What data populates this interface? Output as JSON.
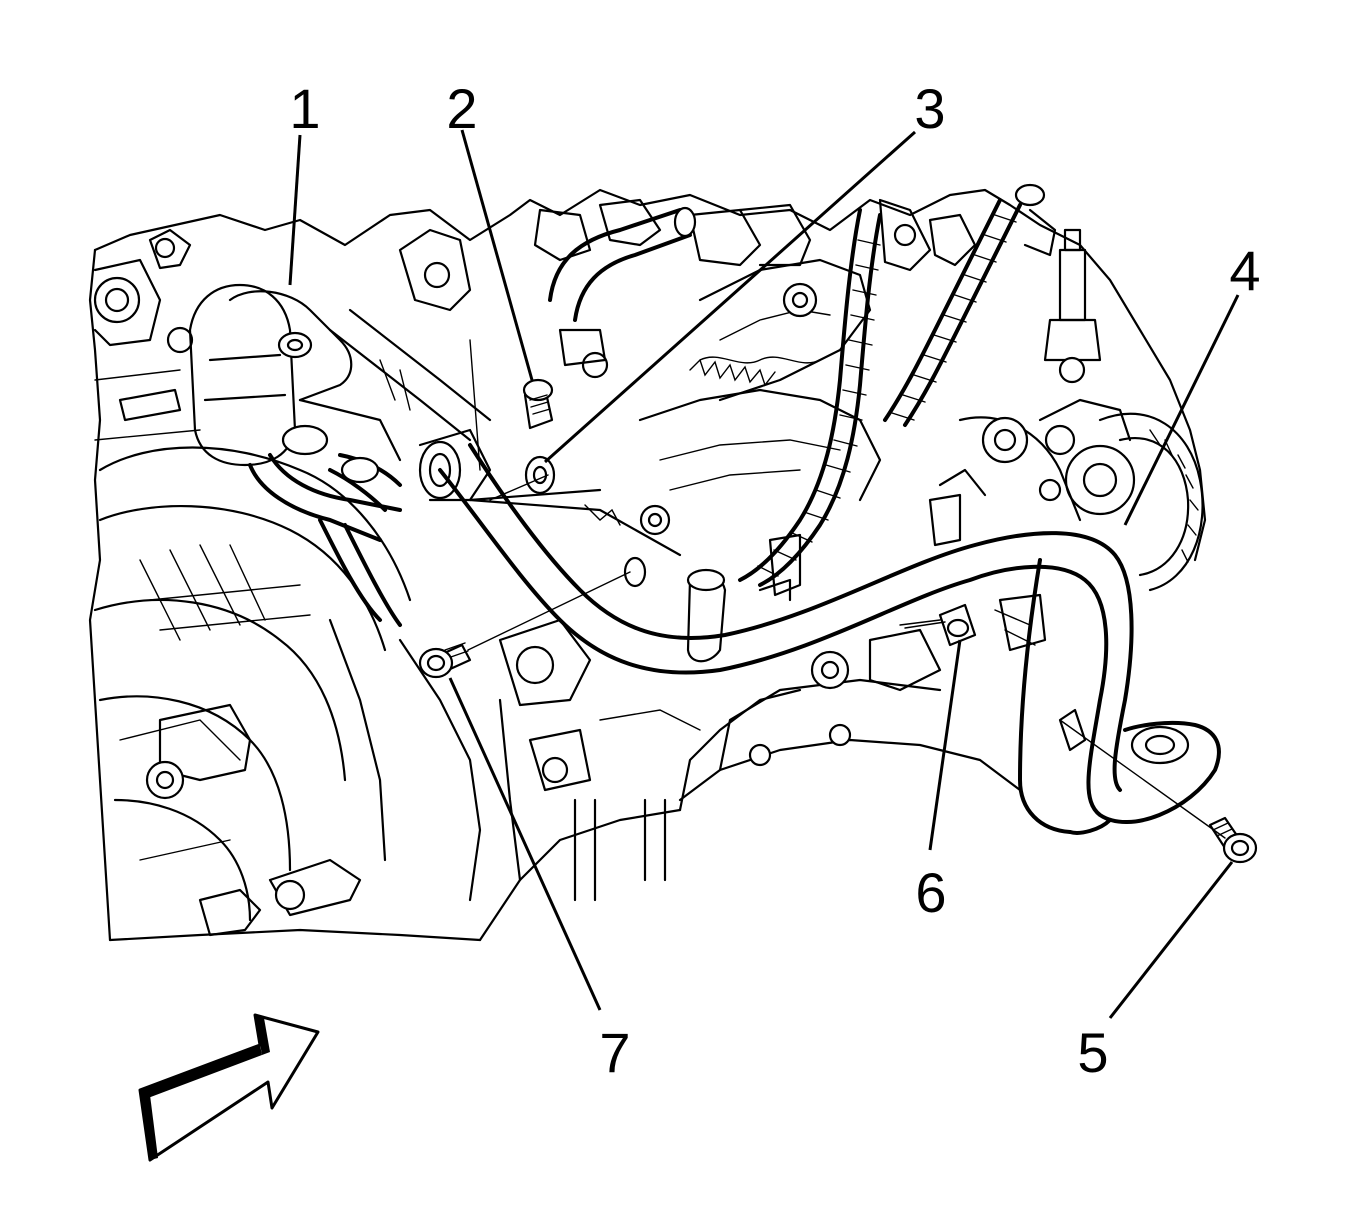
{
  "callouts": [
    {
      "id": "1",
      "label": "1"
    },
    {
      "id": "2",
      "label": "2"
    },
    {
      "id": "3",
      "label": "3"
    },
    {
      "id": "4",
      "label": "4"
    },
    {
      "id": "5",
      "label": "5"
    },
    {
      "id": "6",
      "label": "6"
    },
    {
      "id": "7",
      "label": "7"
    }
  ],
  "icons": {
    "view_arrow": "view-direction-arrow-icon"
  },
  "colors": {
    "ink": "#000000",
    "background": "#ffffff"
  }
}
